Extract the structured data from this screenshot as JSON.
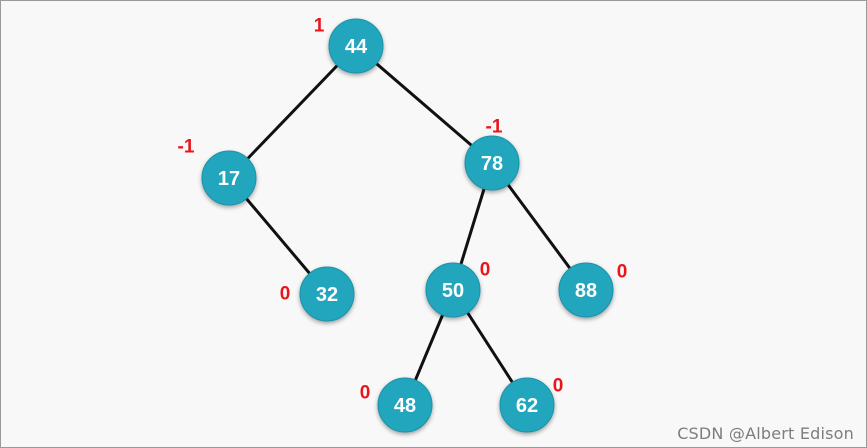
{
  "tree": {
    "nodes": [
      {
        "id": "44",
        "label": "44",
        "balance": "1"
      },
      {
        "id": "17",
        "label": "17",
        "balance": "-1"
      },
      {
        "id": "78",
        "label": "78",
        "balance": "-1"
      },
      {
        "id": "32",
        "label": "32",
        "balance": "0"
      },
      {
        "id": "50",
        "label": "50",
        "balance": "0"
      },
      {
        "id": "88",
        "label": "88",
        "balance": "0"
      },
      {
        "id": "48",
        "label": "48",
        "balance": "0"
      },
      {
        "id": "62",
        "label": "62",
        "balance": "0"
      }
    ],
    "edges": [
      {
        "from": "44",
        "to": "17"
      },
      {
        "from": "44",
        "to": "78"
      },
      {
        "from": "17",
        "to": "32"
      },
      {
        "from": "78",
        "to": "50"
      },
      {
        "from": "78",
        "to": "88"
      },
      {
        "from": "50",
        "to": "48"
      },
      {
        "from": "50",
        "to": "62"
      }
    ]
  },
  "colors": {
    "node_fill": "#21a6be",
    "edge": "#111111",
    "balance_label": "#e8161b"
  },
  "watermark": "CSDN @Albert Edison"
}
